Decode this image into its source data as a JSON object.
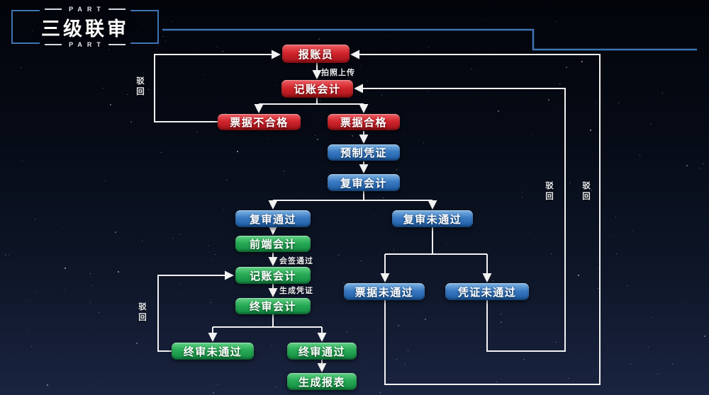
{
  "title": {
    "part_top": "PART",
    "part_bottom": "PART",
    "heading": "三级联审"
  },
  "colors": {
    "accent_line": "#3f74b4",
    "connector": "#f2f2f2",
    "node_red": "#c8242b",
    "node_blue": "#2e6cb4",
    "node_green": "#22a653",
    "background_top": "#02040a",
    "background_bottom": "#1a2440"
  },
  "nodes": {
    "reporter": {
      "label": "报账员",
      "color": "red"
    },
    "bookkeeping_accountant": {
      "label": "记账会计",
      "color": "red"
    },
    "bill_unqualified": {
      "label": "票据不合格",
      "color": "red"
    },
    "bill_qualified": {
      "label": "票据合格",
      "color": "red"
    },
    "pre_voucher": {
      "label": "预制凭证",
      "color": "blue"
    },
    "review_accountant": {
      "label": "复审会计",
      "color": "blue"
    },
    "review_passed": {
      "label": "复审通过",
      "color": "blue"
    },
    "review_failed": {
      "label": "复审未通过",
      "color": "blue"
    },
    "bill_failed": {
      "label": "票据未通过",
      "color": "blue"
    },
    "voucher_failed": {
      "label": "凭证未通过",
      "color": "blue"
    },
    "frontend_accountant": {
      "label": "前端会计",
      "color": "green"
    },
    "posting_accountant": {
      "label": "记账会计",
      "color": "green"
    },
    "final_accountant": {
      "label": "终审会计",
      "color": "green"
    },
    "final_failed": {
      "label": "终审未通过",
      "color": "green"
    },
    "final_passed": {
      "label": "终审通过",
      "color": "green"
    },
    "generate_report": {
      "label": "生成报表",
      "color": "green"
    }
  },
  "edge_labels": {
    "photo_upload": "拍照上传",
    "countersign_passed": "会签通过",
    "generate_voucher": "生成凭证",
    "reject_bill_unqualified": "驳回",
    "reject_final_failed": "驳回",
    "reject_voucher_failed": "驳回",
    "reject_bill_failed": "驳回"
  },
  "edges": [
    {
      "from": "reporter",
      "to": "bookkeeping_accountant",
      "label": "拍照上传"
    },
    {
      "from": "bookkeeping_accountant",
      "to": "bill_unqualified"
    },
    {
      "from": "bookkeeping_accountant",
      "to": "bill_qualified"
    },
    {
      "from": "bill_unqualified",
      "to": "reporter",
      "label": "驳回"
    },
    {
      "from": "bill_qualified",
      "to": "pre_voucher"
    },
    {
      "from": "pre_voucher",
      "to": "review_accountant"
    },
    {
      "from": "review_accountant",
      "to": "review_passed"
    },
    {
      "from": "review_accountant",
      "to": "review_failed"
    },
    {
      "from": "review_passed",
      "to": "frontend_accountant"
    },
    {
      "from": "frontend_accountant",
      "to": "posting_accountant",
      "label": "会签通过"
    },
    {
      "from": "posting_accountant",
      "to": "final_accountant",
      "label": "生成凭证"
    },
    {
      "from": "final_accountant",
      "to": "final_failed"
    },
    {
      "from": "final_accountant",
      "to": "final_passed"
    },
    {
      "from": "final_failed",
      "to": "posting_accountant",
      "label": "驳回"
    },
    {
      "from": "final_passed",
      "to": "generate_report"
    },
    {
      "from": "review_failed",
      "to": "bill_failed"
    },
    {
      "from": "review_failed",
      "to": "voucher_failed"
    },
    {
      "from": "bill_failed",
      "to": "reporter",
      "label": "驳回"
    },
    {
      "from": "voucher_failed",
      "to": "bookkeeping_accountant",
      "label": "驳回"
    }
  ]
}
